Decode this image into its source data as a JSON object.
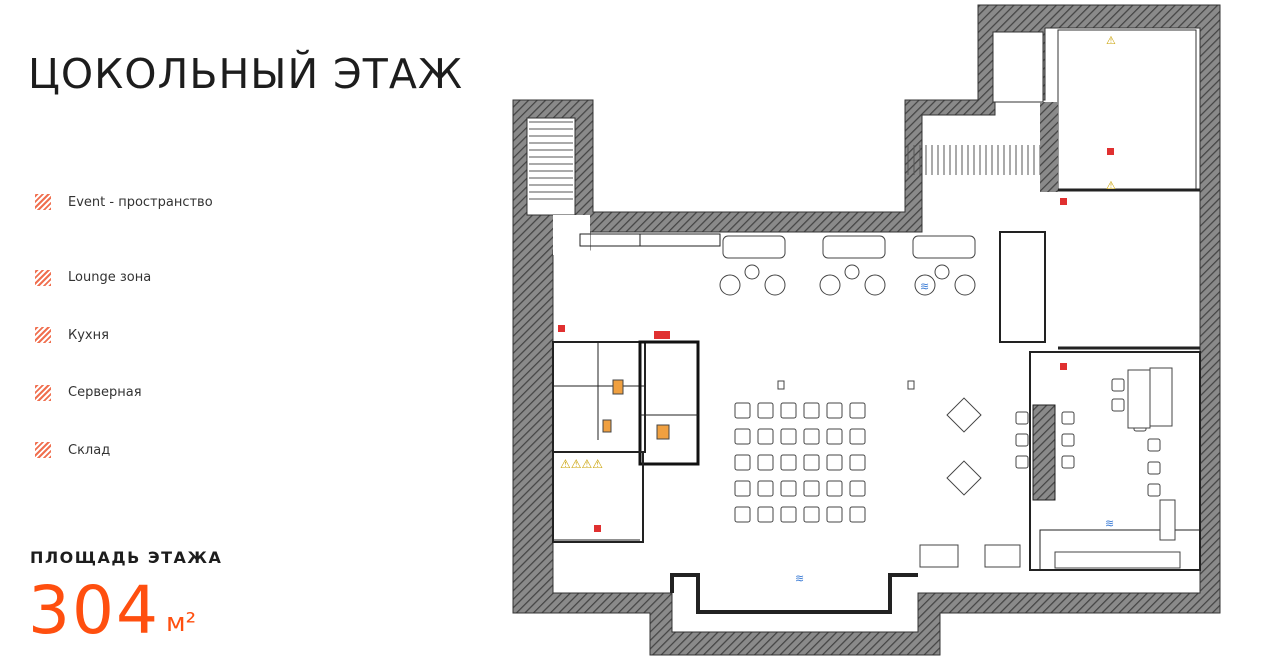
{
  "title": "ЦОКОЛЬНЫЙ ЭТАЖ",
  "legend": [
    {
      "label": "Event - пространство"
    },
    {
      "label": "Lounge зона"
    },
    {
      "label": "Кухня"
    },
    {
      "label": "Серверная"
    },
    {
      "label": "Склад"
    }
  ],
  "area": {
    "label": "ПЛОЩАДЬ ЭТАЖА",
    "value": "304",
    "unit": "м²"
  },
  "colors": {
    "accent": "#ff4f0f",
    "legend_hatch": "#f07050",
    "wall_hatch": "#555555"
  }
}
